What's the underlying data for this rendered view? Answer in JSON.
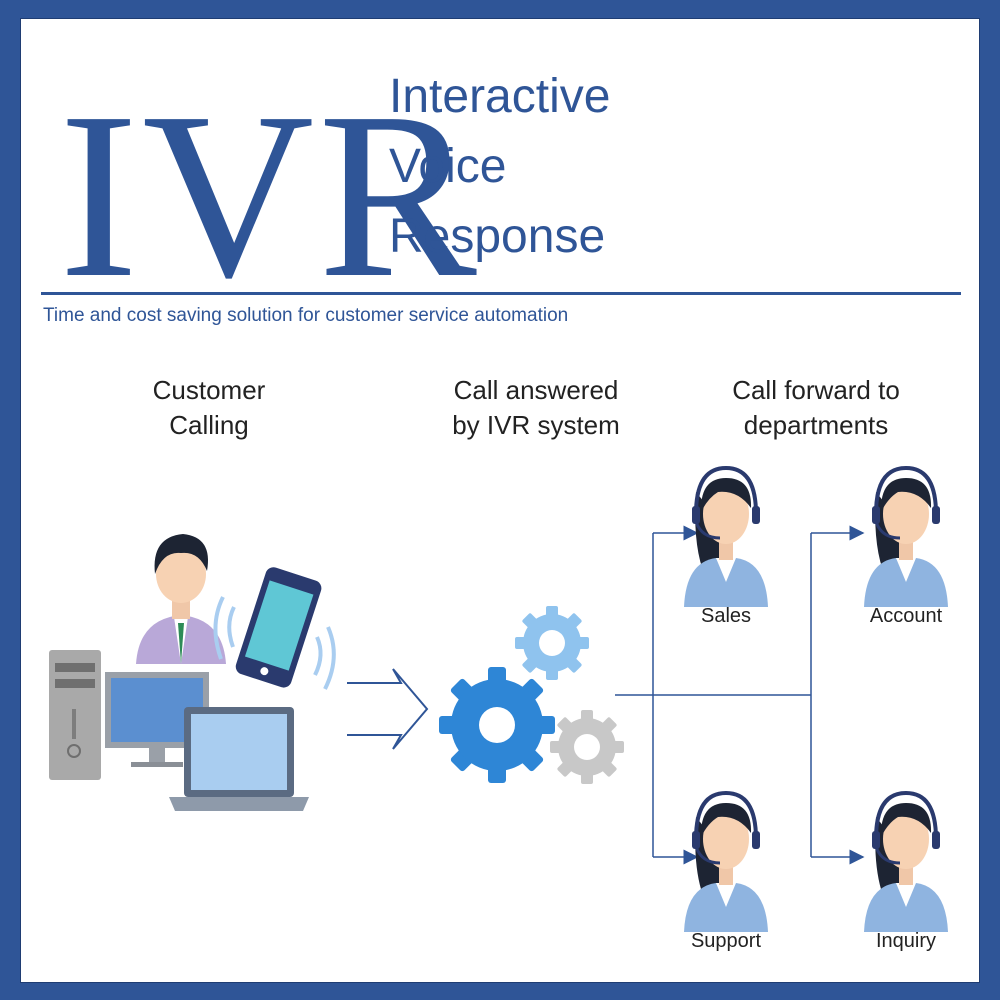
{
  "title": {
    "acronym": "IVR",
    "line1": "Interactive",
    "line2": "Voice",
    "line3": "Response"
  },
  "tagline": "Time and cost saving solution for customer service automation",
  "stages": [
    {
      "line1": "Customer",
      "line2": "Calling"
    },
    {
      "line1": "Call answered",
      "line2": "by IVR system"
    },
    {
      "line1": "Call forward to",
      "line2": "departments"
    }
  ],
  "departments": [
    "Sales",
    "Account",
    "Support",
    "Inquiry"
  ],
  "colors": {
    "frame": "#2f5597",
    "primary": "#2f5597",
    "gear_blue": "#2e86d6",
    "gear_light": "#8fc3ee",
    "gear_gray": "#c8c8c8",
    "agent_shirt": "#8fb4e0"
  }
}
